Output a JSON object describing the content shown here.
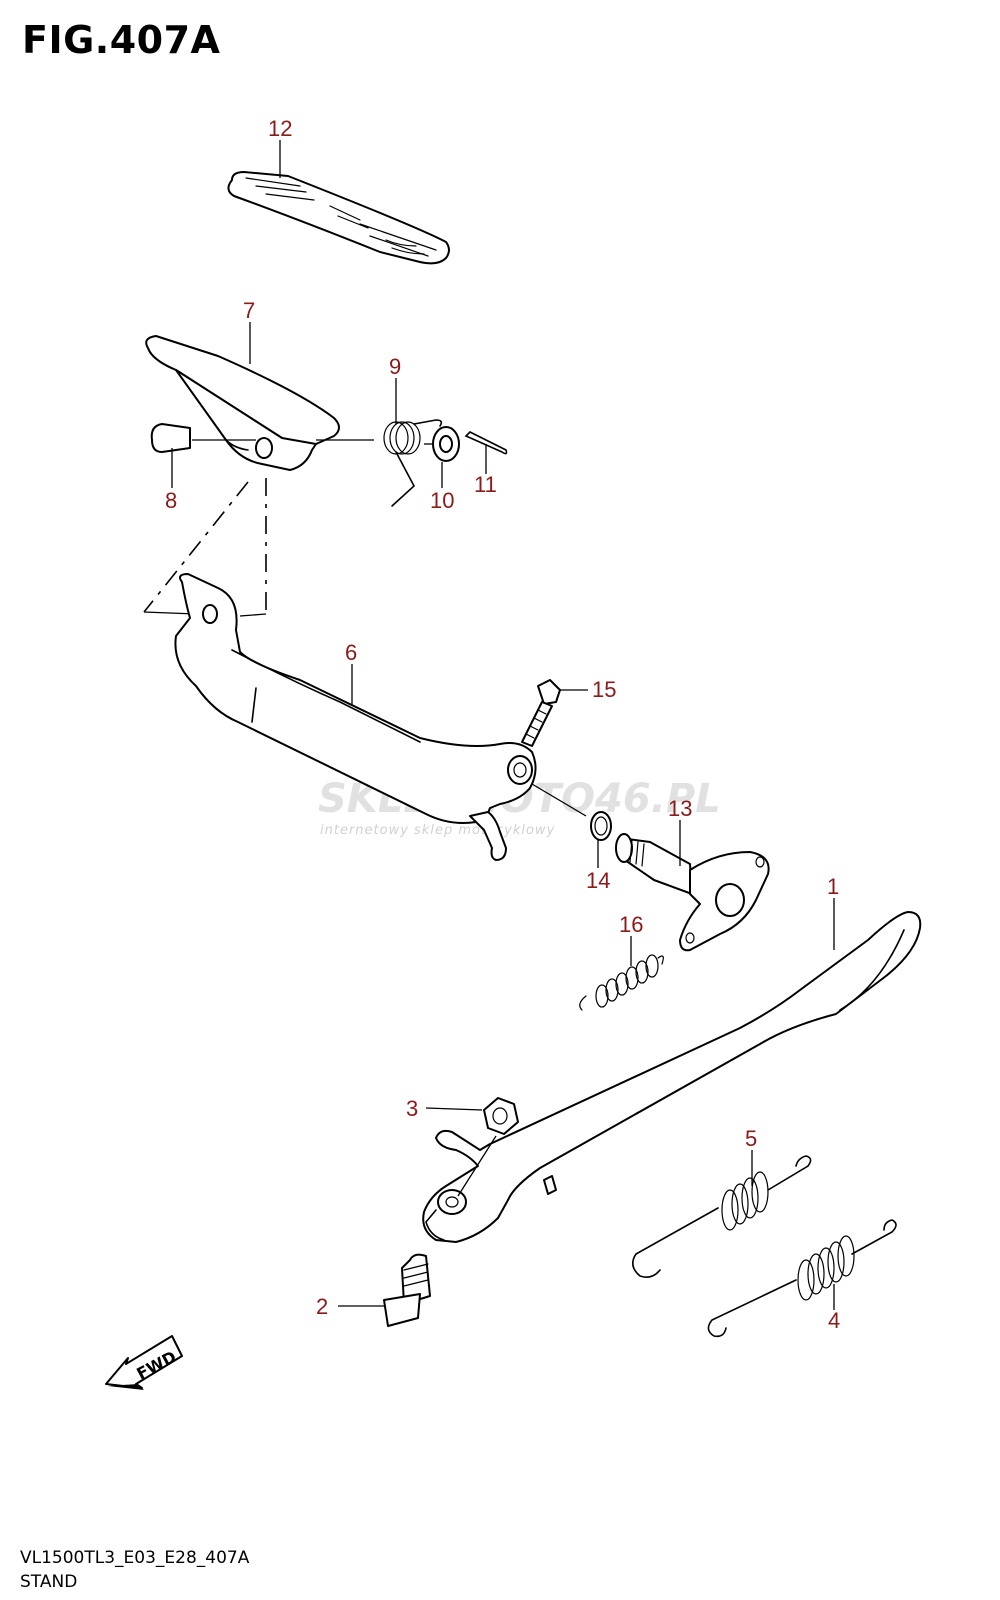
{
  "figure": {
    "title": "FIG.407A",
    "model_code": "VL1500TL3_E03_E28_407A",
    "section_name": "STAND"
  },
  "callouts": {
    "c1": "1",
    "c2": "2",
    "c3": "3",
    "c4": "4",
    "c5": "5",
    "c6": "6",
    "c7": "7",
    "c8": "8",
    "c9": "9",
    "c10": "10",
    "c11": "11",
    "c12": "12",
    "c13": "13",
    "c14": "14",
    "c15": "15",
    "c16": "16"
  },
  "fwd_label": "FWD",
  "watermark": {
    "text": "SKLEPMOTO46.PL",
    "subtext": "internetowy sklep motocyklowy"
  },
  "colors": {
    "callout": "#8b1a1a",
    "outline": "#000000",
    "background": "#ffffff"
  }
}
